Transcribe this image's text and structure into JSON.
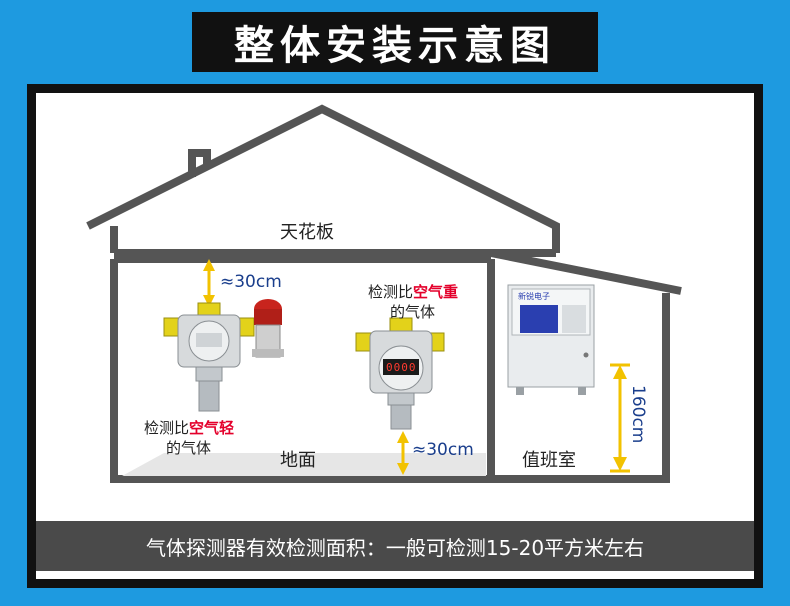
{
  "title": "整体安装示意图",
  "house": {
    "ceiling_label": "天花板",
    "floor_label": "地面",
    "duty_room_label": "值班室",
    "left_distance": "≈30cm",
    "right_distance": "≈30cm",
    "panel_height": "160cm"
  },
  "light_gas_note": {
    "prefix": "检测比",
    "highlight": "空气轻",
    "suffix": "的气体"
  },
  "heavy_gas_note": {
    "prefix": "检测比",
    "highlight": "空气重",
    "suffix": "的气体"
  },
  "detector_display": "0000",
  "controller_brand": "新锐电子",
  "footer_note": "气体探测器有效检测面积：一般可检测15-20平方米左右",
  "colors": {
    "background": "#1e9ae0",
    "frame": "#111111",
    "house_line": "#555555",
    "measure_arrow": "#f2c200",
    "highlight": "#e4002b",
    "detector_body": "#d7dadc",
    "detector_accent": "#e3d21a",
    "alarm_light": "#c8241d"
  }
}
